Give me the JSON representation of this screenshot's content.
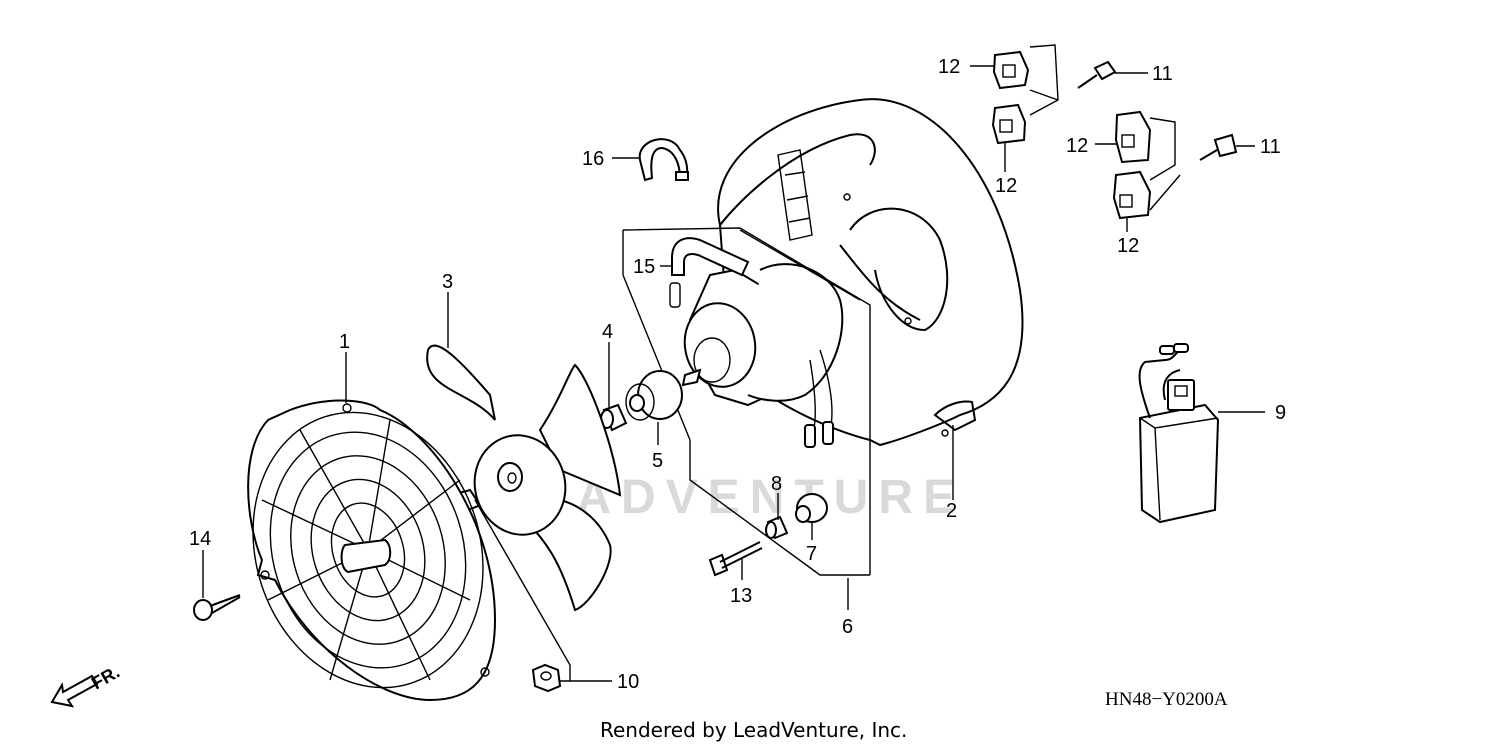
{
  "watermark": "LEADVENTURE",
  "credit": "Rendered by LeadVenture, Inc.",
  "diagram_code": "HN48−Y0200A",
  "direction_label": "FR.",
  "callouts": {
    "c1": "1",
    "c2": "2",
    "c3": "3",
    "c4": "4",
    "c5": "5",
    "c6": "6",
    "c7": "7",
    "c8": "8",
    "c9": "9",
    "c10": "10",
    "c11a": "11",
    "c11b": "11",
    "c12a": "12",
    "c12b": "12",
    "c12c": "12",
    "c12d": "12",
    "c13": "13",
    "c14": "14",
    "c15": "15",
    "c16": "16"
  }
}
